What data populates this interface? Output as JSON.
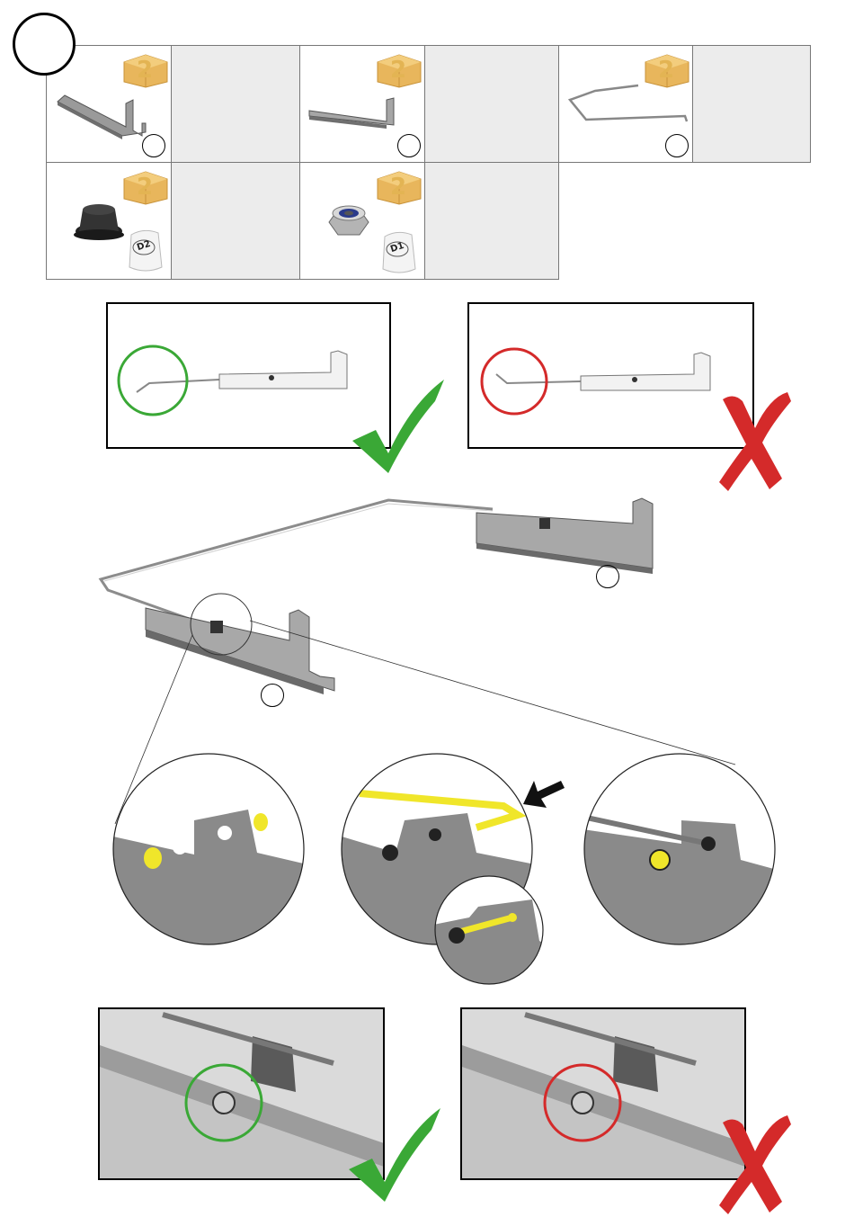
{
  "step": {
    "number": ""
  },
  "parts": [
    {
      "box_qty": "2",
      "ref": "",
      "bag_label": ""
    },
    {
      "box_qty": "2",
      "ref": "",
      "bag_label": ""
    },
    {
      "box_qty": "2",
      "ref": "",
      "bag_label": ""
    },
    {
      "box_qty": "2",
      "ref": "",
      "bag_label": "D2"
    },
    {
      "box_qty": "2",
      "ref": "",
      "bag_label": "D1"
    }
  ],
  "assembly_refs": [
    "",
    ""
  ],
  "status": {
    "correct_color": "#3aa836",
    "wrong_color": "#d42a2a",
    "highlight_color": "#f0e62a",
    "box_color": "#e8b65c"
  },
  "icons": {
    "correct": "check-mark-icon",
    "wrong": "cross-mark-icon",
    "push": "push-arrow-icon"
  }
}
